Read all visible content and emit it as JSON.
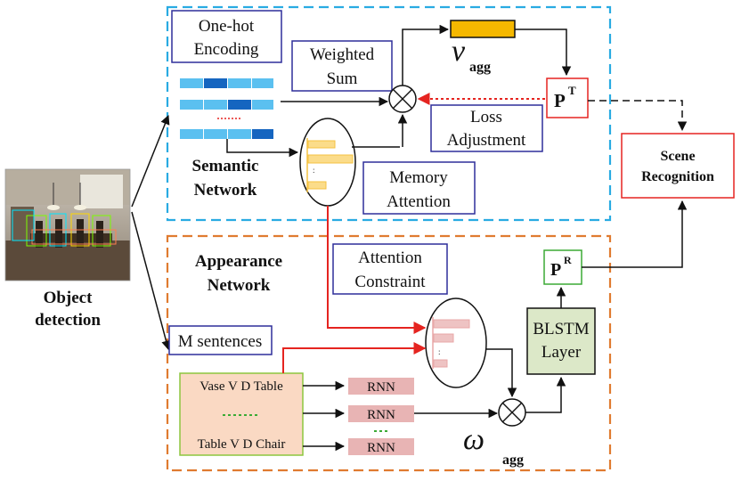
{
  "semantic": {
    "onehot_line1": "One-hot",
    "onehot_line2": "Encoding",
    "weighted_line1": "Weighted",
    "weighted_line2": "Sum",
    "loss_line1": "Loss",
    "loss_line2": "Adjustment",
    "network_line1": "Semantic",
    "network_line2": "Network",
    "memory_line1": "Memory",
    "memory_line2": "Attention",
    "v_agg_symbol": "v",
    "v_agg_subscript": "agg",
    "pt_symbol": "P",
    "pt_superscript": "T"
  },
  "appearance": {
    "network_line1": "Appearance",
    "network_line2": "Network",
    "constraint_line1": "Attention",
    "constraint_line2": "Constraint",
    "m_sentences": "M sentences",
    "sentence_1": "Vase V D Table",
    "sentence_2": "Table V D Chair",
    "rnn_label": "RNN",
    "blstm_line1": "BLSTM",
    "blstm_line2": "Layer",
    "pr_symbol": "P",
    "pr_superscript": "R",
    "omega_symbol": "ω",
    "omega_subscript": "agg"
  },
  "scene": {
    "line1": "Scene",
    "line2": "Recognition"
  },
  "input": {
    "line1": "Object",
    "line2": "detection"
  },
  "colors": {
    "semantic_border": "#29ABE2",
    "appearance_border": "#E07B30",
    "label_border": "#2E2E9A",
    "red_arrow": "#E52420",
    "bar_light": "#5BC0F0",
    "bar_dark": "#1565C0",
    "v_agg_fill": "#F5B800",
    "memory_bars": "#F5C242",
    "constraint_bars": "#E8A7A7",
    "sentence_box": "#FAD9C3",
    "sentence_border": "#8DC63F",
    "rnn_fill": "#E8B4B4",
    "blstm_fill": "#DCE8C8",
    "pr_border": "#3BAA35",
    "pt_border": "#E52420",
    "scene_border": "#E52420"
  }
}
